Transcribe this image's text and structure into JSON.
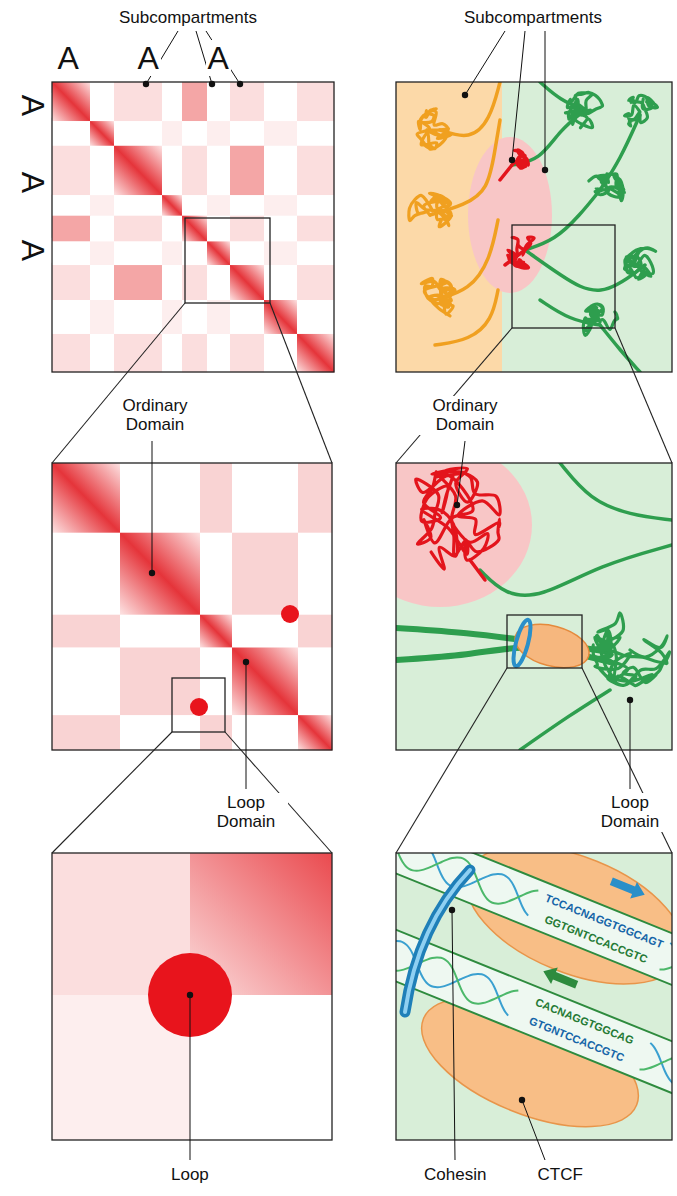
{
  "diagram": {
    "labels": [
      "Subcompartments",
      "A",
      "A",
      "A",
      "A",
      "A",
      "A",
      "Subcompartments",
      "Ordinary Domain",
      "Ordinary Domain",
      "Loop Domain",
      "Loop Domain",
      "Loop",
      "Cohesin",
      "CTCF",
      "TCCACNAGGTGGCAGT",
      "GGTGNTCCACCGTC",
      "CACNAGGTGGCAG",
      "GTGNTCCACCGTC"
    ]
  }
}
